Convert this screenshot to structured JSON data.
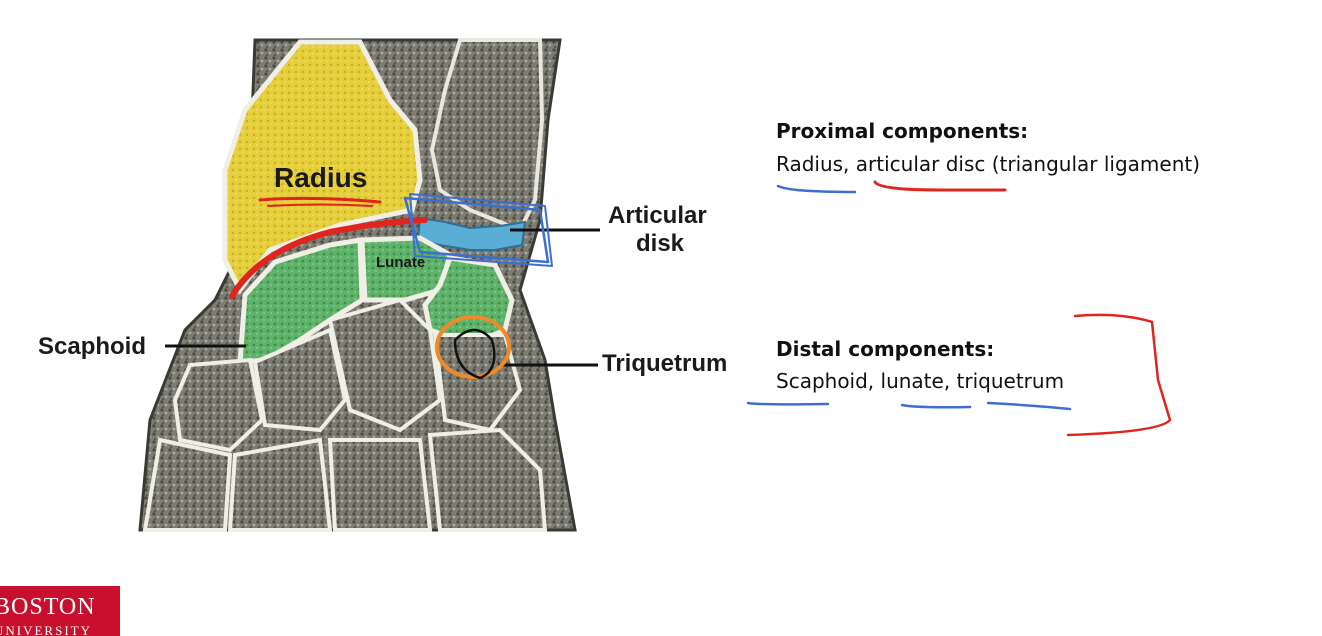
{
  "labels": {
    "radius": "Radius",
    "lunate": "Lunate",
    "articular_disk_line1": "Articular",
    "articular_disk_line2": "disk",
    "scaphoid": "Scaphoid",
    "triquetrum": "Triquetrum"
  },
  "notes": {
    "proximal_heading": "Proximal components:",
    "proximal_text": "Radius, articular disc (triangular ligament)",
    "distal_heading": "Distal components:",
    "distal_text": "Scaphoid, lunate, triquetrum"
  },
  "logo": {
    "line1": "BOSTON",
    "line2": "UNIVERSITY"
  },
  "colors": {
    "radius_fill": "#e6cf3c",
    "carpal_green": "#5fb26a",
    "disk_blue": "#5aaed6",
    "bone_gray": "#8a8a80",
    "ink_red": "#e0241e",
    "ink_blue": "#3d6fd0",
    "ink_orange": "#ee8a2a",
    "logo_red": "#c8102e"
  }
}
